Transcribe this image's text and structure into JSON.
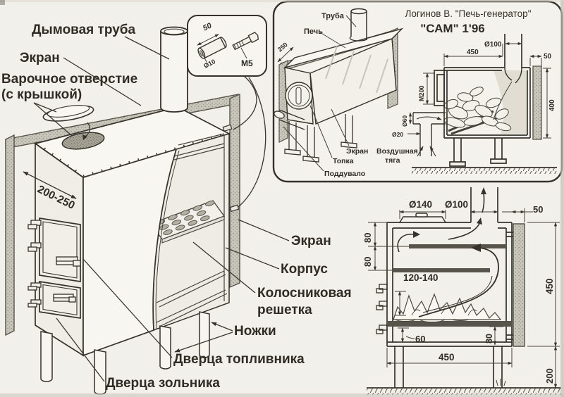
{
  "colors": {
    "paper": "#f2f0ea",
    "ink": "#35322b",
    "screen_fill": "#c9c6bb"
  },
  "main": {
    "labels": {
      "chimney": "Дымовая труба",
      "screen_top": "Экран",
      "cook_line1": "Варочное отверстие",
      "cook_line2": "(с крышкой)",
      "dim_front": "200-250",
      "screen_right": "Экран",
      "body": "Корпус",
      "grate_line1": "Колосниковая",
      "grate_line2": "решетка",
      "legs": "Ножки",
      "fuel_door": "Дверца топливника",
      "ash_door": "Дверца зольника"
    }
  },
  "detail": {
    "length": "50",
    "diameter": "Ø10",
    "bolt": "М5"
  },
  "inset": {
    "title_line1": "Логинов В. \"Печь-генератор\"",
    "title_line2": "\"САМ\" 1'96",
    "labels": {
      "pipe": "Труба",
      "stove": "Печь",
      "depth": "250",
      "screen": "Экран",
      "firebox": "Топка",
      "ashpit": "Поддувало",
      "draft_line1": "Воздушная",
      "draft_line2": "тяга"
    },
    "dims": {
      "chimney_d": "Ø100",
      "width": "450",
      "gap": "50",
      "door": "М200",
      "height": "400",
      "duct_d": "Ø60",
      "hole_d": "Ø20"
    }
  },
  "section": {
    "dims": {
      "cook_d": "Ø140",
      "chimney_d": "Ø100",
      "gap": "50",
      "shelf1": "80",
      "shelf2": "80",
      "firebox_h": "120-140",
      "height": "450",
      "door_h": "60",
      "ashbox_h": "80",
      "width": "450",
      "legs_h": "200"
    }
  }
}
